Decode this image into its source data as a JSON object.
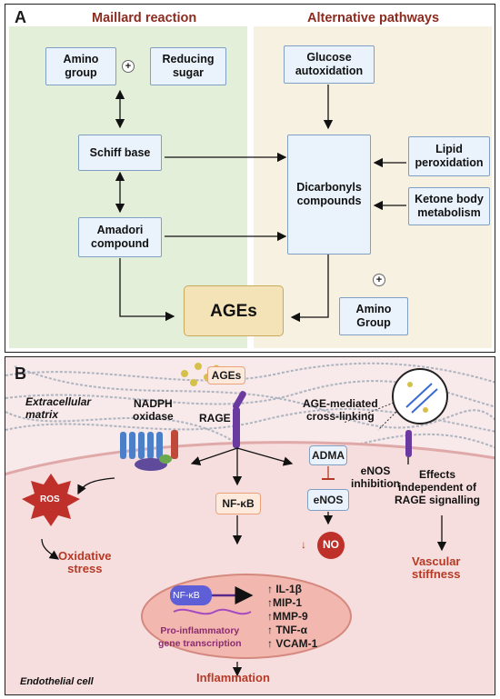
{
  "panel_a": {
    "label": "A",
    "maillard_title": "Maillard reaction",
    "alternative_title": "Alternative pathways",
    "amino_group": "Amino\ngroup",
    "reducing_sugar": "Reducing\nsugar",
    "plus": "+",
    "schiff_base": "Schiff base",
    "amadori": "Amadori\ncompound",
    "glucose": "Glucose\nautoxidation",
    "dicarbonyls": "Dicarbonyls\ncompounds",
    "lipid": "Lipid\nperoxidation",
    "ketone": "Ketone body\nmetabolism",
    "ages": "AGEs",
    "amino_group_2": "Amino\nGroup"
  },
  "panel_b": {
    "label": "B",
    "extracellular": "Extracellular\nmatrix",
    "nadph": "NADPH\noxidase",
    "ages": "AGEs",
    "rage": "RAGE",
    "crosslinking": "AGE-mediated\ncross-linking",
    "adma": "ADMA",
    "enos_inhibition": "eNOS\ninhibition",
    "enos": "eNOS",
    "no": "NO",
    "effects": "Effects\nindependent of\nRAGE signalling",
    "ros": "ROS",
    "oxidative": "Oxidative\nstress",
    "nfkb": "NF-κB",
    "nfkb_inner": "NF-κB",
    "transcription": "Pro-inflammatory\ngene transcription",
    "genes": [
      "↑ IL-1β",
      "↑MIP-1",
      "↑MMP-9",
      "↑ TNF-α",
      "↑ VCAM-1"
    ],
    "vascular": "Vascular\nstiffness",
    "inflammation": "Inflammation",
    "endothelial": "Endothelial cell"
  },
  "colors": {
    "maillard_bg": "#e3efd9",
    "alternative_bg": "#f7f1e1",
    "title_red": "#8c2b1f",
    "ages_fill": "#f5e3b8",
    "ages_border": "#c8a85a",
    "cell_fill": "#f7dede"
  }
}
